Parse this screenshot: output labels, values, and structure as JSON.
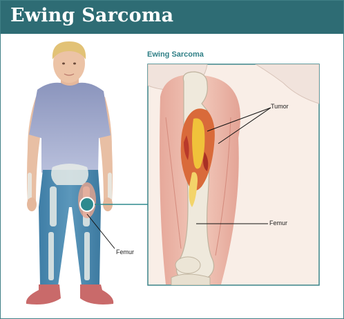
{
  "header": {
    "title": "Ewing Sarcoma"
  },
  "inset": {
    "title": "Ewing Sarcoma"
  },
  "labels": {
    "tumor": "Tumor",
    "femur_inset": "Femur",
    "femur_body": "Femur"
  },
  "colors": {
    "header_bg": "#2e6c74",
    "accent": "#2f7f86",
    "marker": "#2e8a8e"
  }
}
